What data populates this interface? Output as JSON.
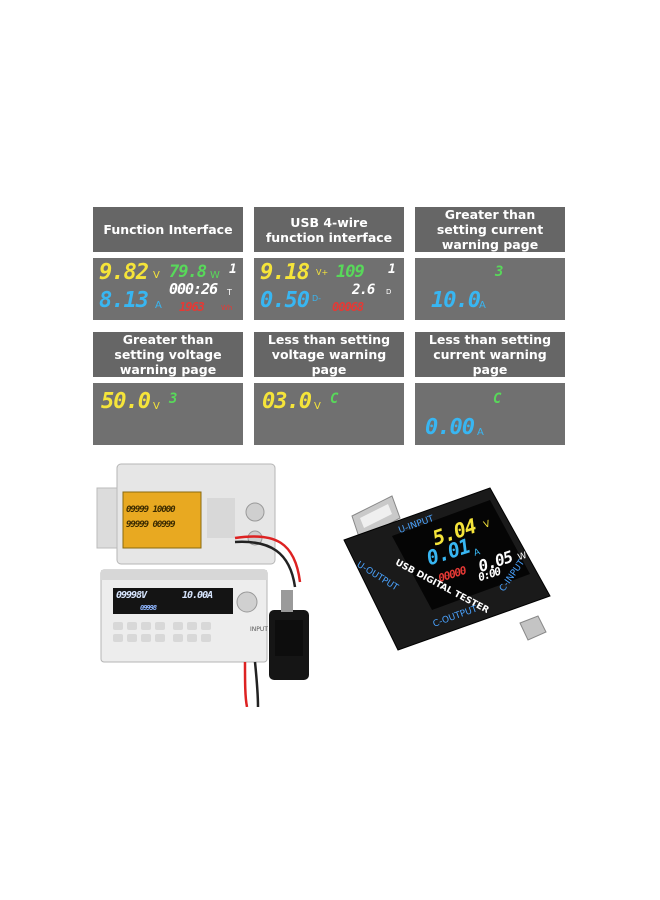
{
  "panels": [
    {
      "label": "Function Interface"
    },
    {
      "label": "USB 4-wire function interface"
    },
    {
      "label": "Greater than setting current warning page"
    },
    {
      "label": "Greater than setting voltage warning page"
    },
    {
      "label": "Less than setting voltage warning page"
    },
    {
      "label": "Less than setting current warning page"
    }
  ],
  "screens": {
    "s1": {
      "v": "9.82",
      "v_unit": "V",
      "w": "79.8",
      "w_unit": "W",
      "time": "000:26",
      "t_unit": "T",
      "a": "8.13",
      "a_unit": "A",
      "mwh": "1963",
      "mwh_unit": "Wh",
      "idx": "1"
    },
    "s2": {
      "v": "9.18",
      "v_unit": "V+",
      "dp": "109",
      "idx": "1",
      "mid": "2.6",
      "mid_unit": "D",
      "a": "0.50",
      "red": "00068",
      "a_unit": "D-"
    },
    "s3": {
      "icon": "3",
      "a": "10.0",
      "a_unit": "A"
    },
    "s4": {
      "v": "50.0",
      "v_unit": "V",
      "icon": "3"
    },
    "s5": {
      "v": "03.0",
      "v_unit": "V",
      "icon": "C"
    },
    "s6": {
      "icon": "C",
      "a": "0.00",
      "a_unit": "A"
    }
  },
  "psu": {
    "top_display_1": "09999  10000",
    "top_display_2": "99999  00999",
    "mid_display_v": "09998V",
    "mid_display_a": "10.00A",
    "mid_sub": "09998",
    "input_label": "INPUT"
  },
  "tester": {
    "v": "5.04",
    "v_unit": "V",
    "w": "0.05",
    "w_unit": "W",
    "a": "0.01",
    "a_unit": "A",
    "mwh": "00000",
    "time": "0:00",
    "title": "USB DIGITAL TESTER",
    "u_input": "U-INPUT",
    "u_output": "U-OUTPUT",
    "c_output": "C-OUTPUT",
    "c_input": "C-INPUT"
  },
  "colors": {
    "box_bg": "#666666",
    "yellow": "#f5e43a",
    "green": "#58d85a",
    "blue": "#38b6f2",
    "red": "#e53935",
    "white": "#ffffff"
  }
}
